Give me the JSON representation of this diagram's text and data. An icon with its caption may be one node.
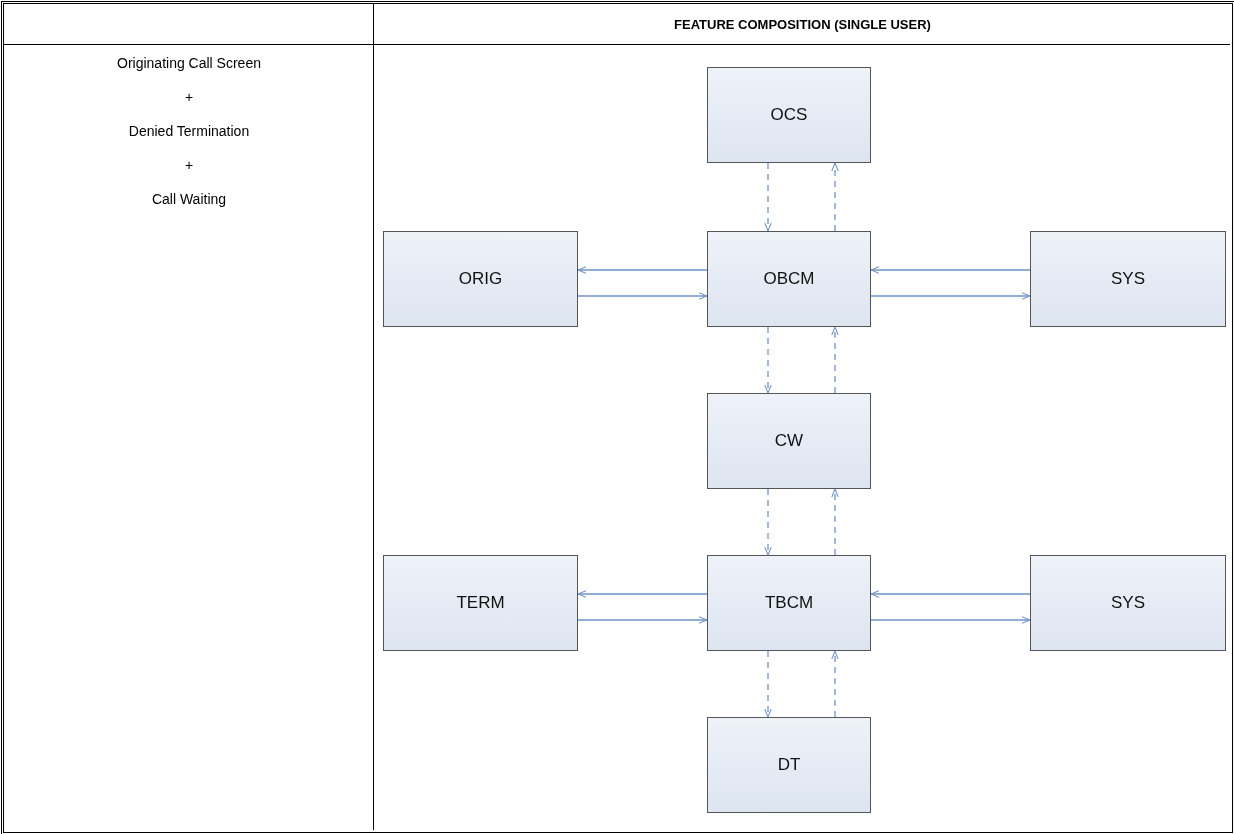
{
  "diagram": {
    "nodes": [
      {
        "text": [
          "OCS"
        ]
      },
      {
        "text": [
          "ORIG"
        ]
      },
      {
        "text": [
          "OBCM"
        ]
      },
      {
        "text": [
          "SYS"
        ]
      },
      {
        "text": [
          "CW"
        ]
      },
      {
        "text": [
          "TERM"
        ]
      },
      {
        "text": [
          "TBCM"
        ]
      },
      {
        "text": [
          "SYS"
        ]
      },
      {
        "text": [
          "DT"
        ]
      }
    ],
    "edges": [
      {
        "from": 0,
        "to": 2,
        "arrow": "to",
        "style": "dashed"
      },
      {
        "from": 2,
        "to": 0,
        "arrow": "to",
        "style": "dashed"
      },
      {
        "from": 2,
        "to": 1,
        "arrow": "to"
      },
      {
        "from": 1,
        "to": 2,
        "arrow": "to"
      },
      {
        "from": 3,
        "to": 2,
        "arrow": "to"
      },
      {
        "from": 2,
        "to": 3,
        "arrow": "to"
      },
      {
        "from": 2,
        "to": 4,
        "arrow": "to",
        "style": "dashed"
      },
      {
        "from": 4,
        "to": 2,
        "arrow": "to",
        "style": "dashed"
      },
      {
        "from": 4,
        "to": 6,
        "arrow": "to",
        "style": "dashed"
      },
      {
        "from": 6,
        "to": 4,
        "arrow": "to",
        "style": "dashed"
      },
      {
        "from": 6,
        "to": 5,
        "arrow": "to"
      },
      {
        "from": 5,
        "to": 6,
        "arrow": "to"
      },
      {
        "from": 7,
        "to": 6,
        "arrow": "to"
      },
      {
        "from": 6,
        "to": 7,
        "arrow": "to"
      },
      {
        "from": 6,
        "to": 8,
        "arrow": "to",
        "style": "dashed"
      },
      {
        "from": 8,
        "to": 6,
        "arrow": "to",
        "style": "dashed"
      }
    ],
    "labels": [
      "FEATURE COMPOSITION (SINGLE USER)",
      "Originating Call Screen",
      "+",
      "Denied Termination",
      "+",
      "Call Waiting"
    ]
  }
}
